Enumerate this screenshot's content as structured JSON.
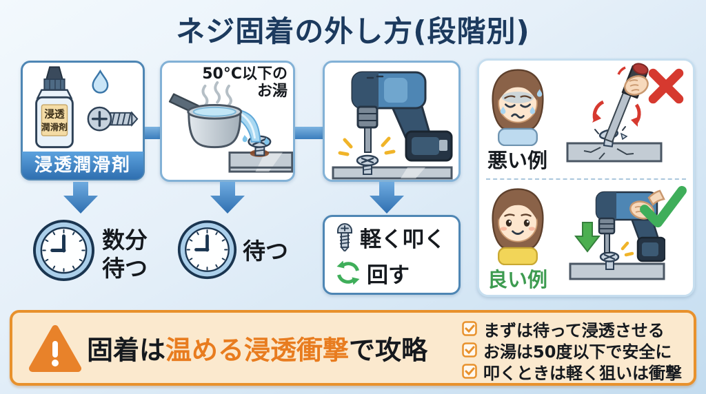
{
  "title": "ネジ固着の外し方(段階別)",
  "flow": {
    "step1": {
      "bottle_label_line1": "浸透",
      "bottle_label_line2": "潤滑剤",
      "band_label": "浸透潤滑剤",
      "wait_line1": "数分",
      "wait_line2": "待つ"
    },
    "step2": {
      "caption_line1": "50°C以下の",
      "caption_line2": "お湯",
      "wait_text": "待つ"
    },
    "step3": {
      "action_tap": "軽く叩く",
      "action_turn": "回す"
    }
  },
  "examples": {
    "bad_label": "悪い例",
    "good_label": "良い例"
  },
  "summary": {
    "headline_prefix": "固着は",
    "headline_highlight": "温める浸透衝撃",
    "headline_suffix": "で攻略",
    "checklist": [
      "まずは待って浸透させる",
      "お湯は50度以下で安全に",
      "叩くときは軽く狙いは衝撃"
    ]
  },
  "icons": {
    "clock": "clock-icon",
    "screw": "screw-icon",
    "rotate": "rotate-cycle-icon",
    "warning": "warning-triangle-icon",
    "checkbox": "checked-checkbox-icon",
    "cross": "red-cross-icon",
    "check": "green-check-icon"
  },
  "colors": {
    "title_navy": "#1C3A5E",
    "accent_blue": "#2F6FB0",
    "panel_border_blue": "#82B1D6",
    "good_green": "#3D9B50",
    "bad_red": "#D6392F",
    "warning_orange": "#E87C1F",
    "summary_bg": "#FBE9CE",
    "summary_border": "#E8912C"
  }
}
